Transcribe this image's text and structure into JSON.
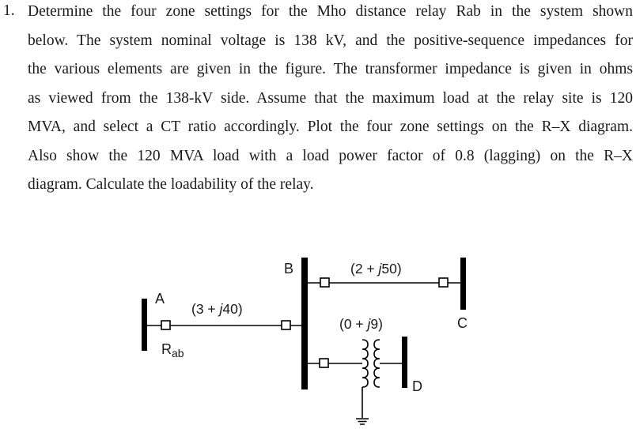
{
  "problem": {
    "number": "1.",
    "lines": [
      "Determine the four zone settings for the Mho distance relay Rab in the system shown",
      "below. The system nominal voltage is 138 kV, and the positive-sequence impedances for",
      "the various elements are given in the figure. The transformer impedance is given in ohms",
      "as viewed from the 138-kV side. Assume that the maximum load at the relay site is 120",
      "MVA, and select a CT ratio accordingly. Plot the four zone settings on the R–X diagram.",
      "Also show the 120 MVA load with a load power factor of 0.8 (lagging) on the R–X",
      "diagram. Calculate the loadability of the relay."
    ]
  },
  "diagram": {
    "buses": {
      "a": "A",
      "b": "B",
      "c": "C",
      "d": "D"
    },
    "relay": {
      "main": "R",
      "sub": "ab"
    },
    "impedances": {
      "line_ab": {
        "open": "(3 + ",
        "j": "j",
        "rest": "40)"
      },
      "line_bc": {
        "open": "(2 + ",
        "j": "j",
        "rest": "50)"
      },
      "transformer": {
        "open": "(0 + ",
        "j": "j",
        "rest": "9)"
      }
    },
    "icons": {
      "breaker": "square-breaker-icon",
      "transformer": "transformer-coil-icon",
      "ground": "ground-icon"
    }
  }
}
